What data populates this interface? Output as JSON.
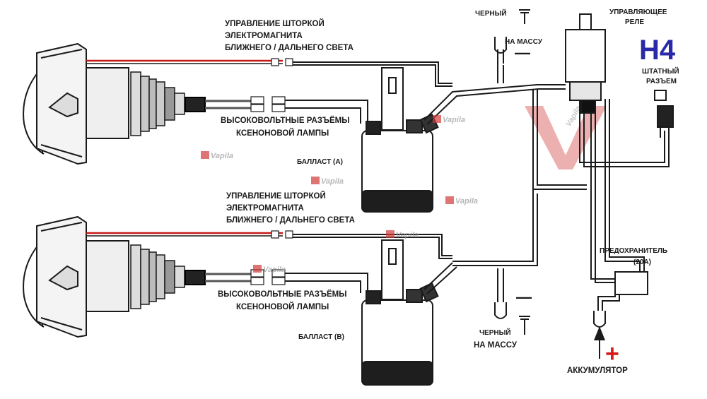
{
  "labels": {
    "shutter_a_1": "УПРАВЛЕНИЕ ШТОРКОЙ",
    "shutter_a_2": "ЭЛЕКТРОМАГНИТА",
    "shutter_a_3": "БЛИЖНЕГО / ДАЛЬНЕГО СВЕТА",
    "hv_a_1": "ВЫСОКОВОЛЬТНЫЕ РАЗЪЁМЫ",
    "hv_a_2": "КСЕНОНОВОЙ ЛАМПЫ",
    "ballast_a": "БАЛЛАСТ (A)",
    "shutter_b_1": "УПРАВЛЕНИЕ ШТОРКОЙ",
    "shutter_b_2": "ЭЛЕКТРОМАГНИТА",
    "shutter_b_3": "БЛИЖНЕГО / ДАЛЬНЕГО СВЕТА",
    "hv_b_1": "ВЫСОКОВОЛЬТНЫЕ РАЗЪЁМЫ",
    "hv_b_2": "КСЕНОНОВОЙ ЛАМПЫ",
    "ballast_b": "БАЛЛАСТ (B)",
    "black_top_1": "ЧЕРНЫЙ",
    "black_top_2": "НА МАССУ",
    "black_bottom_1": "ЧЕРНЫЙ",
    "black_bottom_2": "НА МАССУ",
    "relay_1": "УПРАВЛЯЮЩЕЕ",
    "relay_2": "РЕЛЕ",
    "h4": "H4",
    "stock_1": "ШТАТНЫЙ",
    "stock_2": "РАЗЪЕМ",
    "fuse_1": "ПРЕДОХРАНИТЕЛЬ",
    "fuse_2": "(20A)",
    "battery": "АККУМУЛЯТОР",
    "minus": "—",
    "plus": "+"
  },
  "watermark": "Vapila",
  "colors": {
    "wire": "#1a1a1a",
    "red_wire": "#c81818",
    "h4_blue": "#2a2aa8",
    "plus_red": "#d81a1a",
    "watermark_grey": "#9a9a9a",
    "watermark_red": "#d23a3a"
  }
}
